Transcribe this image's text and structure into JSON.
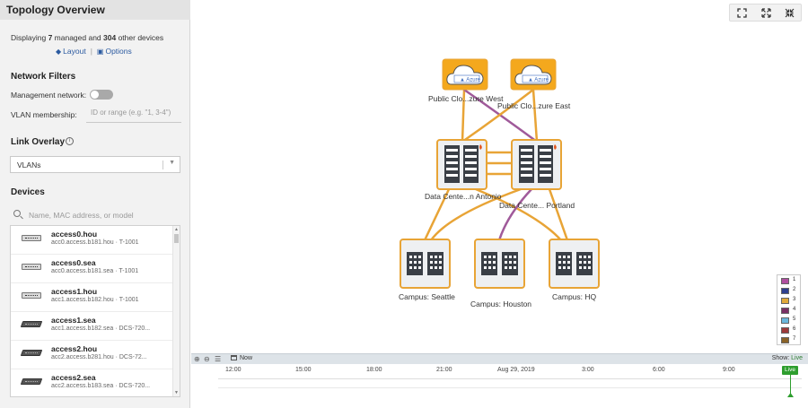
{
  "sidebar": {
    "title": "Topology Overview",
    "summary": {
      "prefix": "Displaying ",
      "managed": "7",
      "mid": " managed and ",
      "other": "304",
      "suffix": " other devices"
    },
    "layout_label": "Layout",
    "options_label": "Options",
    "network_filters_heading": "Network Filters",
    "management_network_label": "Management network:",
    "vlan_membership_label": "VLAN membership:",
    "vlan_placeholder": "ID or range (e.g. \"1, 3-4\")",
    "link_overlay_heading": "Link Overlay",
    "link_overlay_value": "VLANs",
    "devices_heading": "Devices",
    "device_search_placeholder": "Name, MAC address, or model",
    "devices": [
      {
        "name": "access0.hou",
        "detail": "acc0.access.b181.hou · T-1001",
        "icon": "switch-icon-light"
      },
      {
        "name": "access0.sea",
        "detail": "acc0.access.b181.sea · T-1001",
        "icon": "switch-icon-light"
      },
      {
        "name": "access1.hou",
        "detail": "acc1.access.b182.hou · T-1001",
        "icon": "switch-icon-light"
      },
      {
        "name": "access1.sea",
        "detail": "acc1.access.b182.sea · DCS-720...",
        "icon": "switch-icon-dark"
      },
      {
        "name": "access2.hou",
        "detail": "acc2.access.b281.hou · DCS-72...",
        "icon": "switch-icon-dark"
      },
      {
        "name": "access2.sea",
        "detail": "acc2.access.b183.sea · DCS-720...",
        "icon": "switch-icon-dark"
      }
    ]
  },
  "topology": {
    "nodes": [
      {
        "id": "cloud-west",
        "label": "Public Clo...zure West",
        "badge": "Azure",
        "type": "cloud"
      },
      {
        "id": "cloud-east",
        "label": "Public Clo...zure East",
        "badge": "Azure",
        "type": "cloud"
      },
      {
        "id": "dc-sa",
        "label": "Data Cente...n Antonio",
        "type": "datacenter"
      },
      {
        "id": "dc-pdx",
        "label": "Data Cente... Portland",
        "type": "datacenter"
      },
      {
        "id": "campus-sea",
        "label": "Campus: Seattle",
        "type": "campus"
      },
      {
        "id": "campus-hou",
        "label": "Campus: Houston",
        "type": "campus"
      },
      {
        "id": "campus-hq",
        "label": "Campus: HQ",
        "type": "campus"
      }
    ],
    "link_colors": {
      "orange": "#e8a436",
      "purple": "#a05a9a"
    },
    "node_border_color": "#e8a436"
  },
  "legend": [
    {
      "id": "1",
      "color": "#b04fa0"
    },
    {
      "id": "2",
      "color": "#2e3f8f"
    },
    {
      "id": "3",
      "color": "#e0a93a"
    },
    {
      "id": "4",
      "color": "#7a2f64"
    },
    {
      "id": "5",
      "color": "#6ab7dc"
    },
    {
      "id": "6",
      "color": "#9e3a3a"
    },
    {
      "id": "7",
      "color": "#8a6227"
    }
  ],
  "timeline": {
    "now_label": "Now",
    "show_label": "Show:",
    "show_value": "Live",
    "live_badge": "Live",
    "ticks": [
      "12:00",
      "15:00",
      "18:00",
      "21:00",
      "Aug 29, 2019",
      "3:00",
      "6:00",
      "9:00"
    ]
  }
}
